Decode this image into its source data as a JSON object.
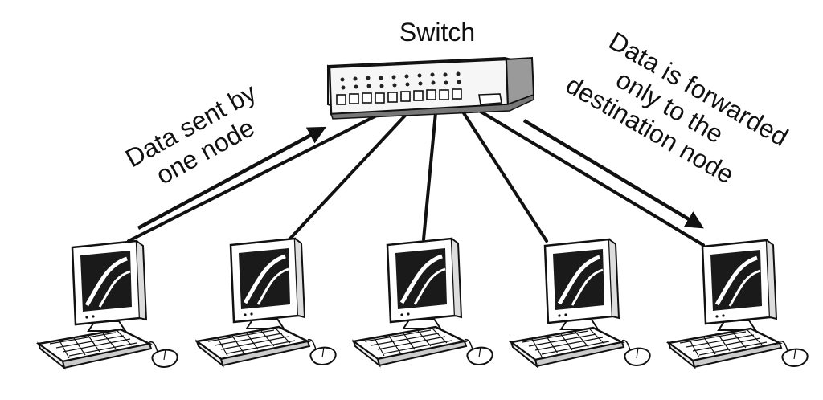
{
  "diagram": {
    "switch_label": "Switch",
    "left_caption": {
      "line1": "Data sent by",
      "line2": "one node"
    },
    "right_caption": {
      "line1": "Data is forwarded",
      "line2": "only to the",
      "line3": "destination node"
    },
    "nodes": [
      "computer",
      "computer",
      "computer",
      "computer",
      "computer"
    ],
    "colors": {
      "ink": "#111111",
      "screen": "#1a1a1a",
      "switch_top": "#f2f2f2",
      "switch_side": "#9a9a9a"
    }
  }
}
